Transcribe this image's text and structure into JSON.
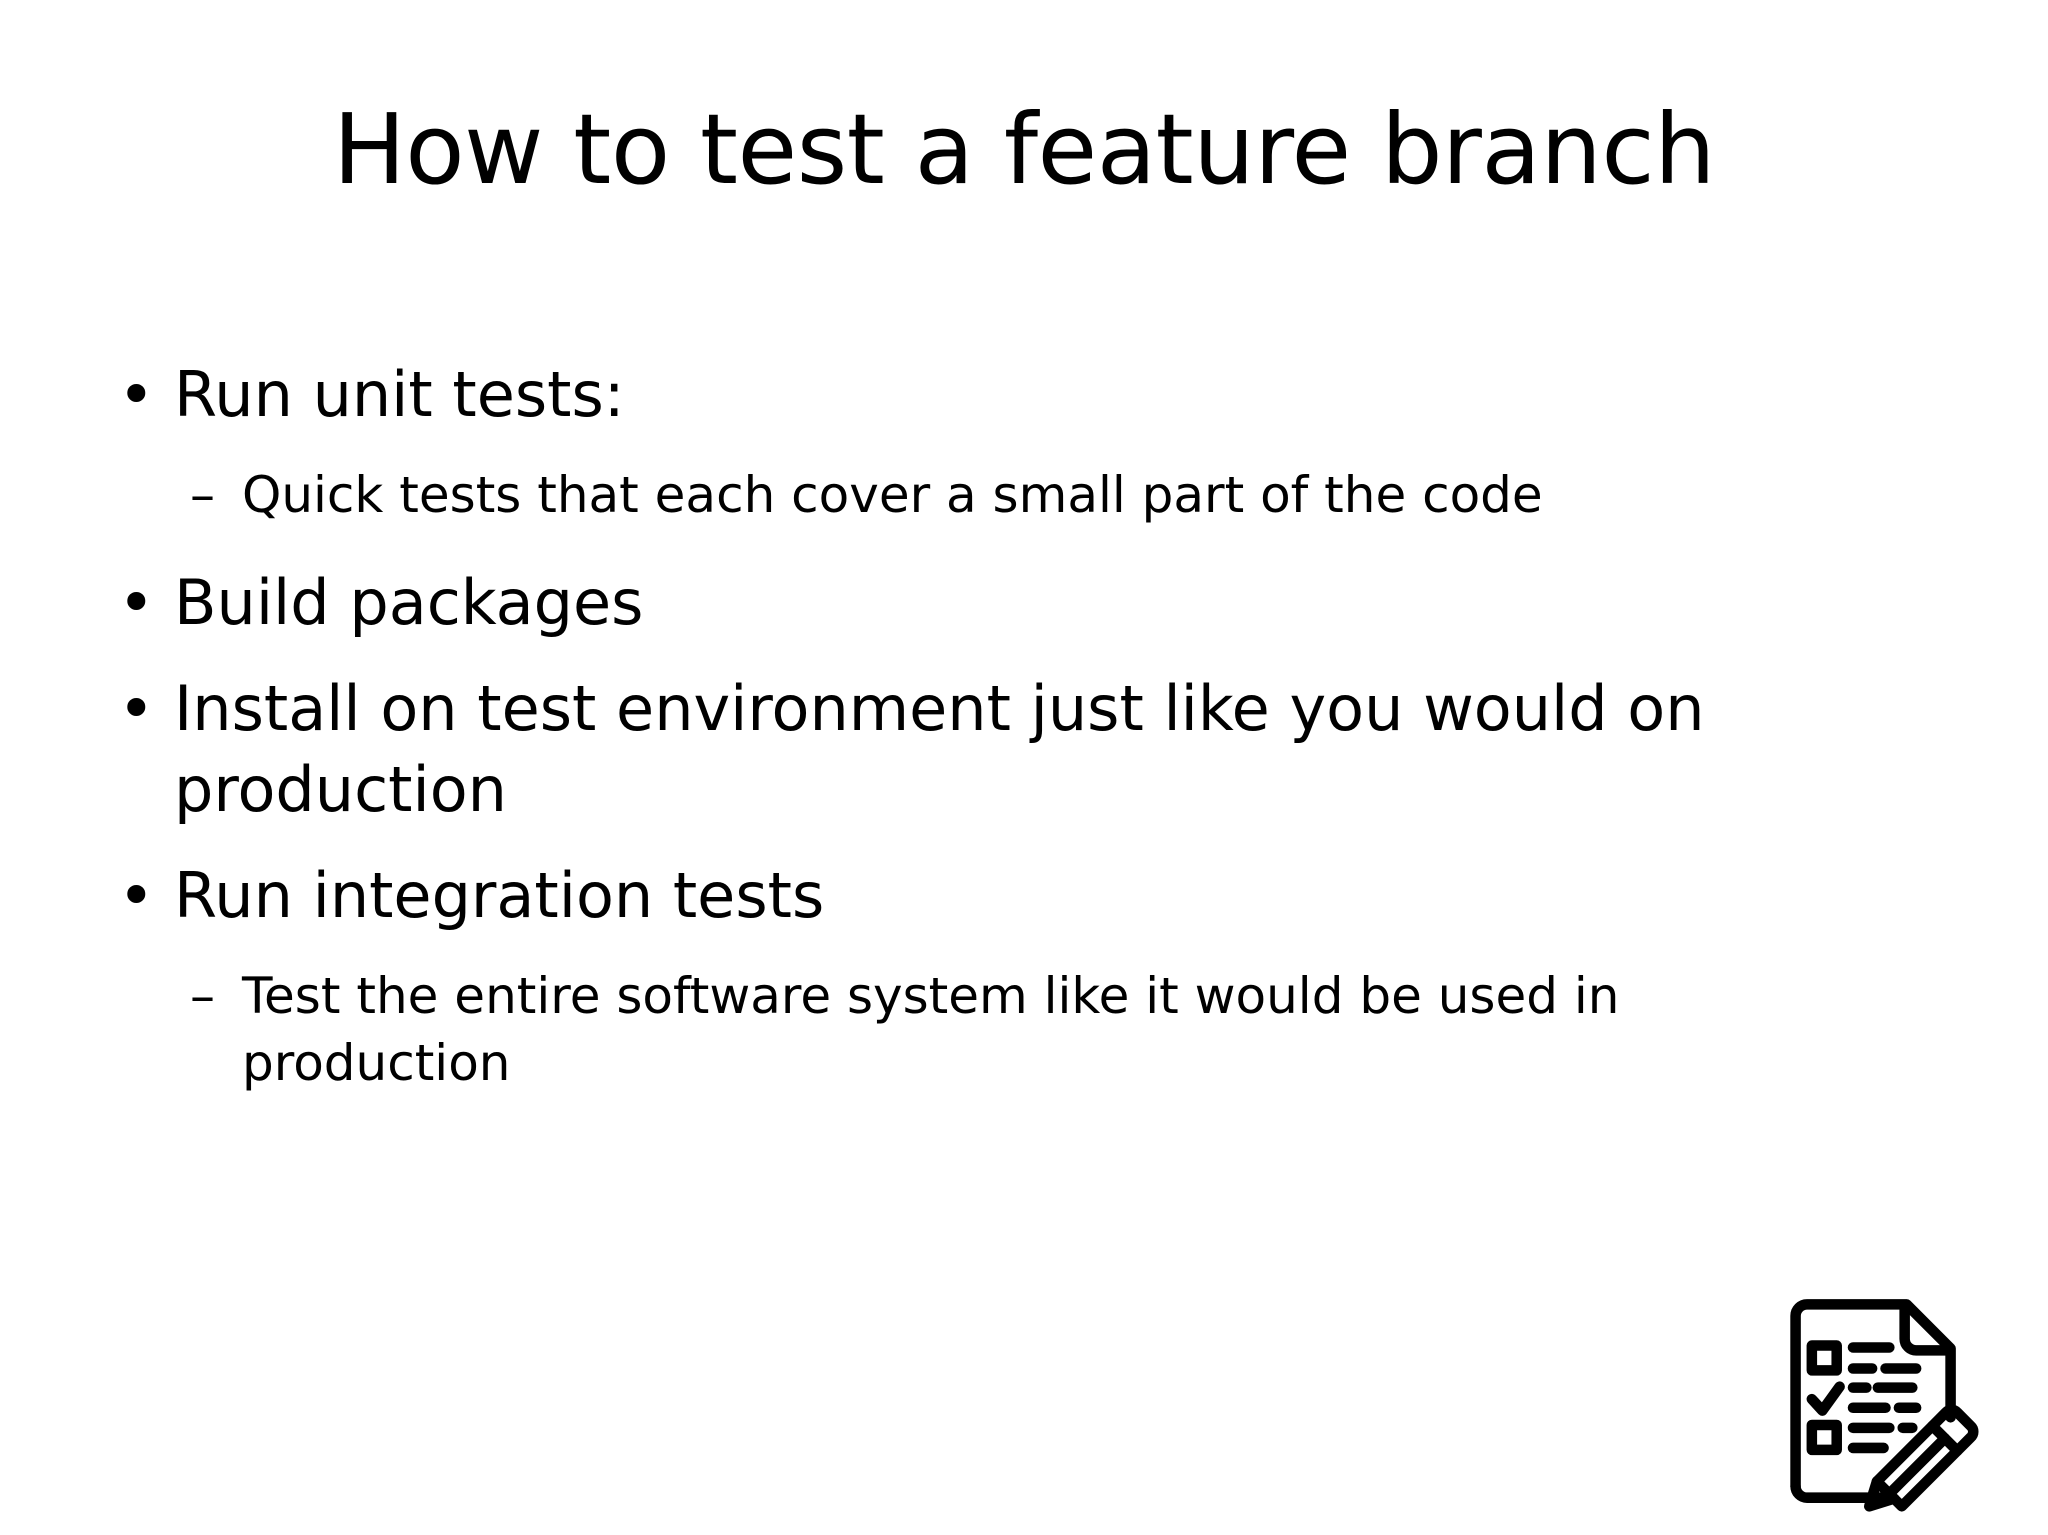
{
  "slide": {
    "title": "How to test a feature branch",
    "background_color": "#ffffff",
    "text_color": "#000000",
    "bullet_marker": "•",
    "sub_bullet_marker": "–",
    "content": [
      {
        "level": 1,
        "marker": "•",
        "text": "Run unit tests:"
      },
      {
        "level": 2,
        "marker": "–",
        "text": "Quick tests that each cover a small part of the code"
      },
      {
        "level": 1,
        "marker": "•",
        "text": "Build packages"
      },
      {
        "level": 1,
        "marker": "•",
        "text": "Install on test environment just like you would on production"
      },
      {
        "level": 1,
        "marker": "•",
        "text": "Run integration tests"
      },
      {
        "level": 2,
        "marker": "–",
        "text": "Test the entire software system like it would be used in production"
      }
    ],
    "decoration": {
      "icon_name": "checklist-document-pencil-icon",
      "icon_color": "#000000"
    }
  }
}
